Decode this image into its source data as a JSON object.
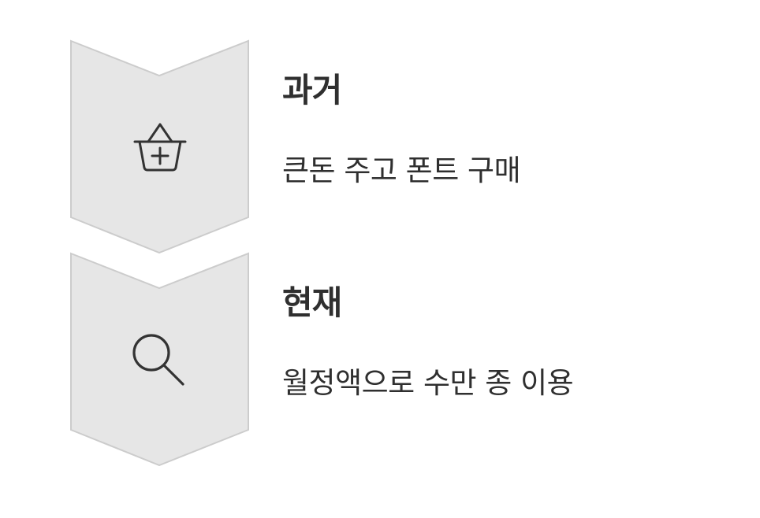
{
  "colors": {
    "chevron_fill": "#e6e6e6",
    "chevron_stroke": "#cccccc",
    "icon_stroke": "#333333",
    "text": "#2f2f2f"
  },
  "steps": [
    {
      "icon": "shopping-basket-plus-icon",
      "title": "과거",
      "description": "큰돈 주고 폰트 구매"
    },
    {
      "icon": "magnifying-glass-icon",
      "title": "현재",
      "description": "월정액으로 수만 종 이용"
    }
  ]
}
